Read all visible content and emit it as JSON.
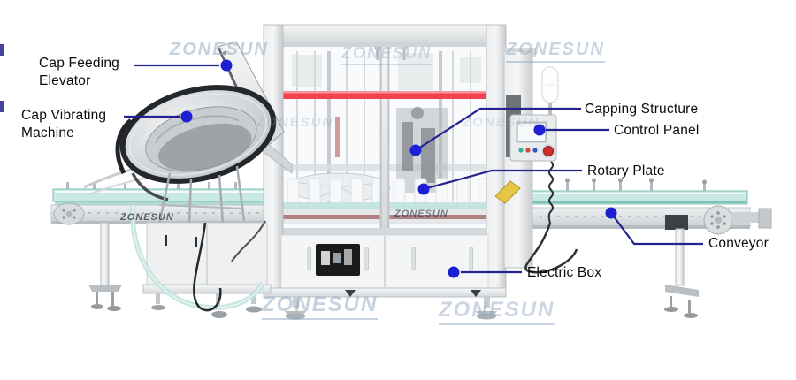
{
  "watermark": {
    "text": "ZONESUN"
  },
  "labels": {
    "cap_feeding_elevator": "Cap Feeding\nElevator",
    "cap_vibrating_machine": "Cap Vibrating\nMachine",
    "capping_structure": "Capping Structure",
    "control_panel": "Control Panel",
    "rotary_plate": "Rotary Plate",
    "conveyor": "Conveyor",
    "electric_box": "Electric Box"
  },
  "colors": {
    "callout_line": "#23238f",
    "callout_dot": "#1c1fd2",
    "machine_red_stripe": "#f2424e",
    "conveyor_rail_teal": "#c9e9e3",
    "conveyor_maroon_stripe": "#8c3a3a",
    "watermark_blue": "#8fa6c0"
  }
}
